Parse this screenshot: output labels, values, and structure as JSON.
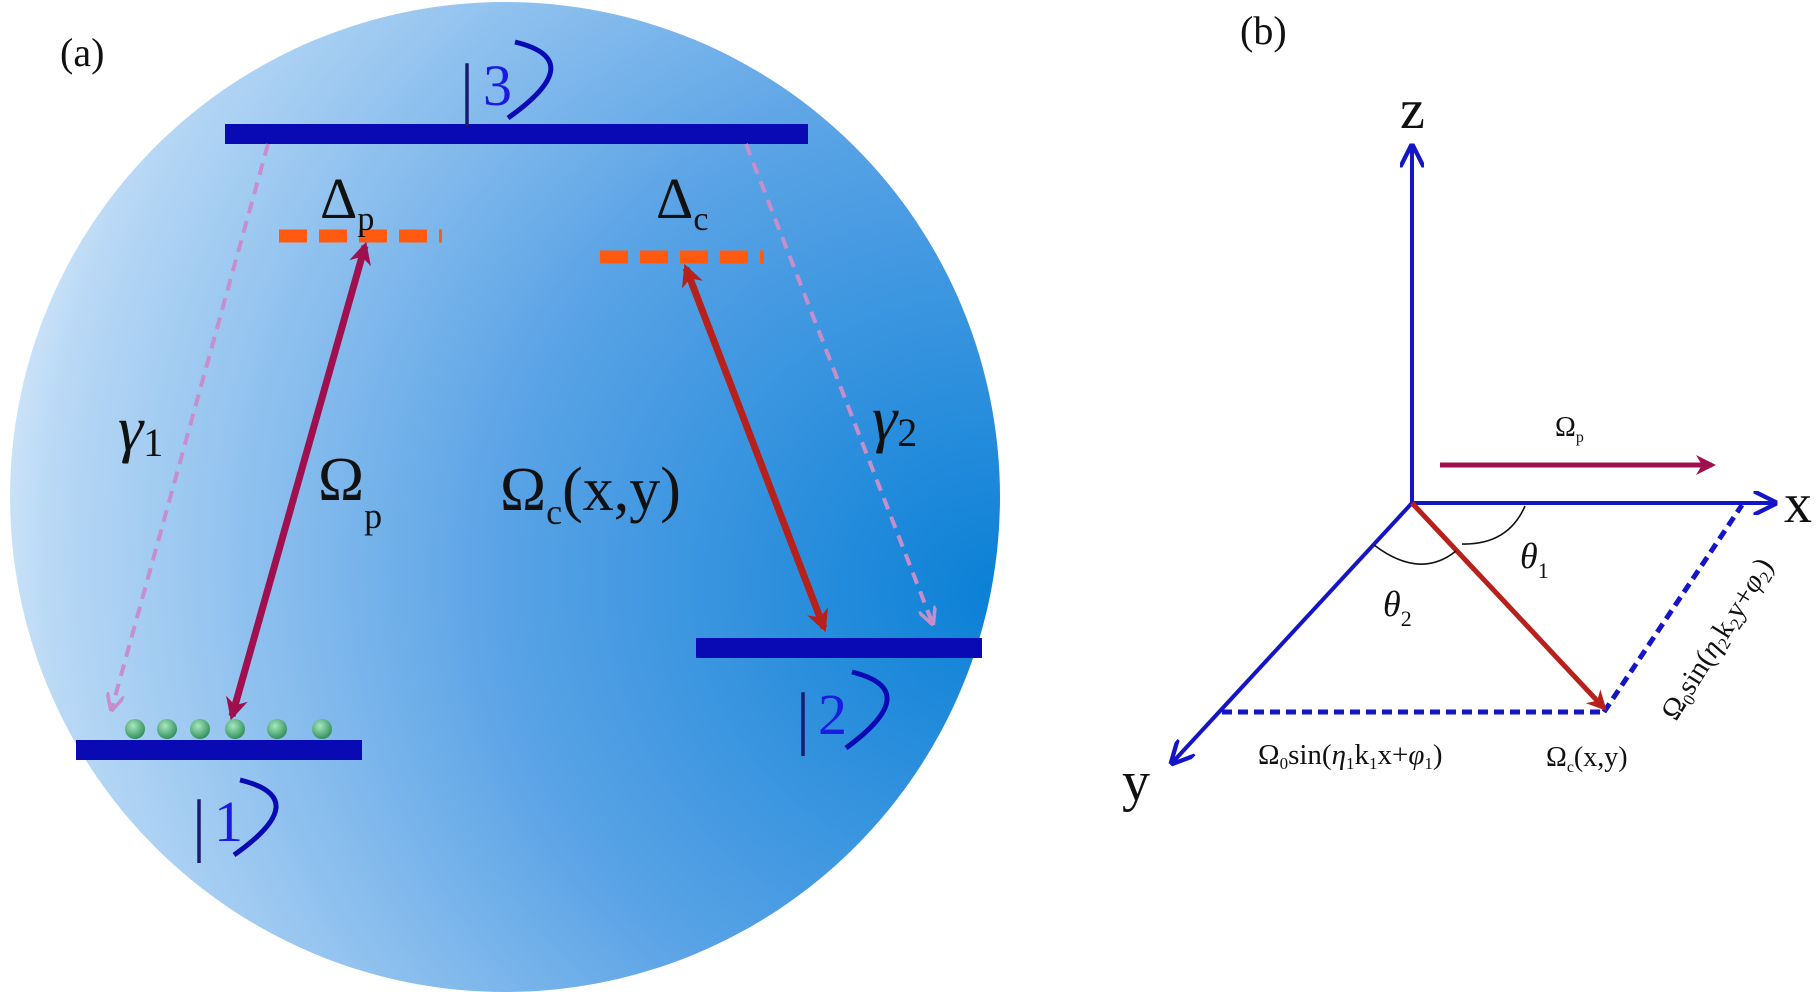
{
  "panel_a": {
    "label": "(a)",
    "states": {
      "s3": {
        "bar": "|",
        "num": "3"
      },
      "s2": {
        "bar": "|",
        "num": "2"
      },
      "s1": {
        "bar": "|",
        "num": "1"
      }
    },
    "delta_p": {
      "sym": "Δ",
      "sub": "p"
    },
    "delta_c": {
      "sym": "Δ",
      "sub": "c"
    },
    "gamma1": {
      "sym": "γ",
      "sub": "1"
    },
    "gamma2": {
      "sym": "γ",
      "sub": "2"
    },
    "omega_p": {
      "sym": "Ω",
      "sub": "p"
    },
    "omega_c": {
      "sym": "Ω",
      "sub": "c",
      "tail": "(x,y)"
    }
  },
  "panel_b": {
    "label": "(b)",
    "axis_z": "z",
    "axis_x": "x",
    "axis_y": "y",
    "omega_p": {
      "sym": "Ω",
      "sub": "p"
    },
    "theta1": {
      "sym": "θ",
      "sub": "1"
    },
    "theta2": {
      "sym": "θ",
      "sub": "2"
    },
    "omega_c": {
      "sym": "Ω",
      "sub": "c",
      "tail": "(x,y)"
    },
    "bottom_formula": {
      "a": "Ω",
      "a_sub": "0",
      "b": "sin(",
      "c": "η",
      "c_sub": "1",
      "d": "k",
      "d_sub": "1",
      "e": "x+",
      "f": "φ",
      "f_sub": "1",
      "g": ")"
    },
    "side_formula": {
      "a": "Ω",
      "a_sub": "0",
      "b": "sin(",
      "c": "η",
      "c_sub": "2",
      "d": "k",
      "d_sub": "2",
      "e": "y+",
      "f": "φ",
      "f_sub": "2",
      "g": ")"
    }
  },
  "colors": {
    "level": "#0a0ab4",
    "probe": "#a0104e",
    "coupling": "#b8201c",
    "decay": "#c68fcc",
    "detuning": "#ff5a10",
    "axis": "#1515c8",
    "atom": "#3aa46a"
  }
}
